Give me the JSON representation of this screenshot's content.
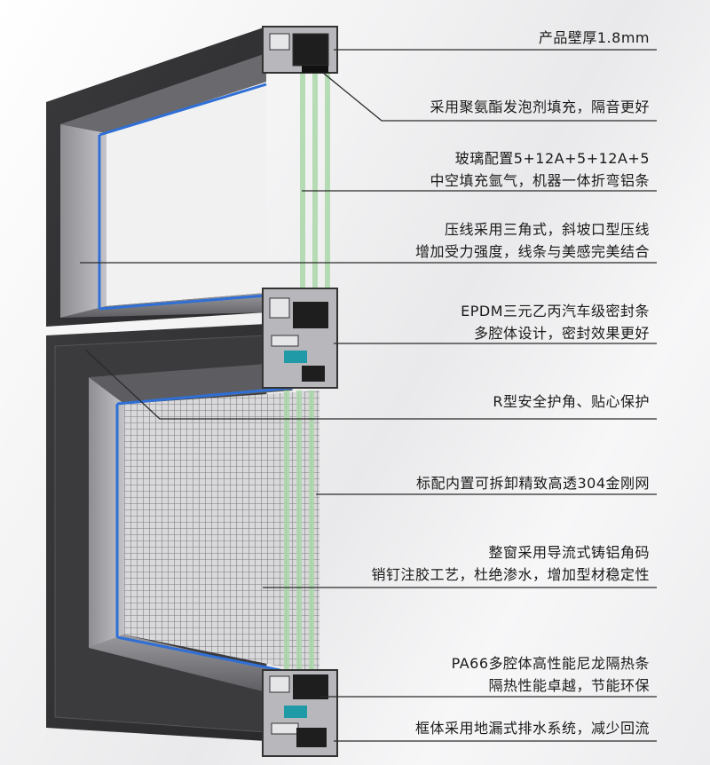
{
  "callouts": [
    {
      "id": "wall-thickness",
      "lines": [
        "产品壁厚1.8mm"
      ]
    },
    {
      "id": "foam-fill",
      "lines": [
        "采用聚氨酯发泡剂填充，隔音更好"
      ]
    },
    {
      "id": "glass-config",
      "lines": [
        "玻璃配置5+12A+5+12A+5",
        "中空填充氩气，机器一体折弯铝条"
      ]
    },
    {
      "id": "glazing-bead",
      "lines": [
        "压线采用三角式，斜坡口型压线",
        "增加受力强度，线条与美感完美结合"
      ]
    },
    {
      "id": "epdm-seal",
      "lines": [
        "EPDM三元乙丙汽车级密封条",
        "多腔体设计，密封效果更好"
      ]
    },
    {
      "id": "r-corner",
      "lines": [
        "R型安全护角、贴心保护"
      ]
    },
    {
      "id": "screen-mesh",
      "lines": [
        "标配内置可拆卸精致高透304金刚网"
      ]
    },
    {
      "id": "corner-joint",
      "lines": [
        "整窗采用导流式铸铝角码",
        "销钉注胶工艺，杜绝渗水，增加型材稳定性"
      ]
    },
    {
      "id": "pa66-strip",
      "lines": [
        "PA66多腔体高性能尼龙隔热条",
        "隔热性能卓越，节能环保"
      ]
    },
    {
      "id": "drainage",
      "lines": [
        "框体采用地漏式排水系统，减少回流"
      ]
    }
  ]
}
